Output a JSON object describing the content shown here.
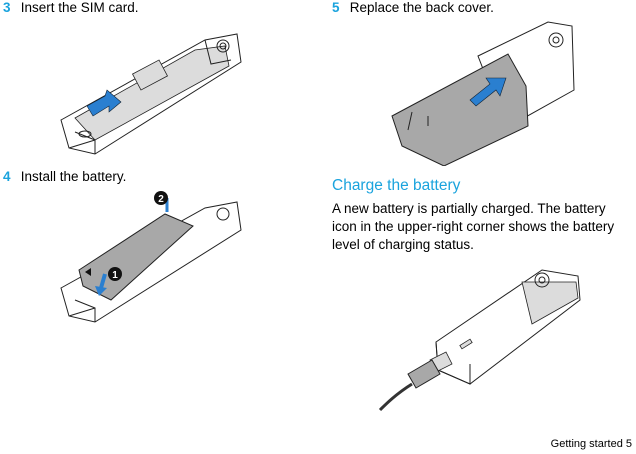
{
  "steps": [
    {
      "number": "3",
      "text": "Insert the SIM card."
    },
    {
      "number": "4",
      "text": "Install the battery."
    },
    {
      "number": "5",
      "text": "Replace the back cover."
    }
  ],
  "battery_markers": {
    "first": "1",
    "second": "2"
  },
  "section": {
    "title": "Charge the battery",
    "body": "A new battery is partially charged. The battery icon in the upper-right corner shows the battery level of charging status."
  },
  "footer": {
    "text": "Getting started",
    "page": "5"
  },
  "colors": {
    "accent": "#1aa3dd",
    "arrow": "#2a7fd0",
    "battery": "#9c9c9c"
  },
  "icons": [
    "sim-card-arrow-icon",
    "battery-insert-arrow-icon",
    "cover-slide-arrow-icon",
    "charger-plug-icon"
  ]
}
